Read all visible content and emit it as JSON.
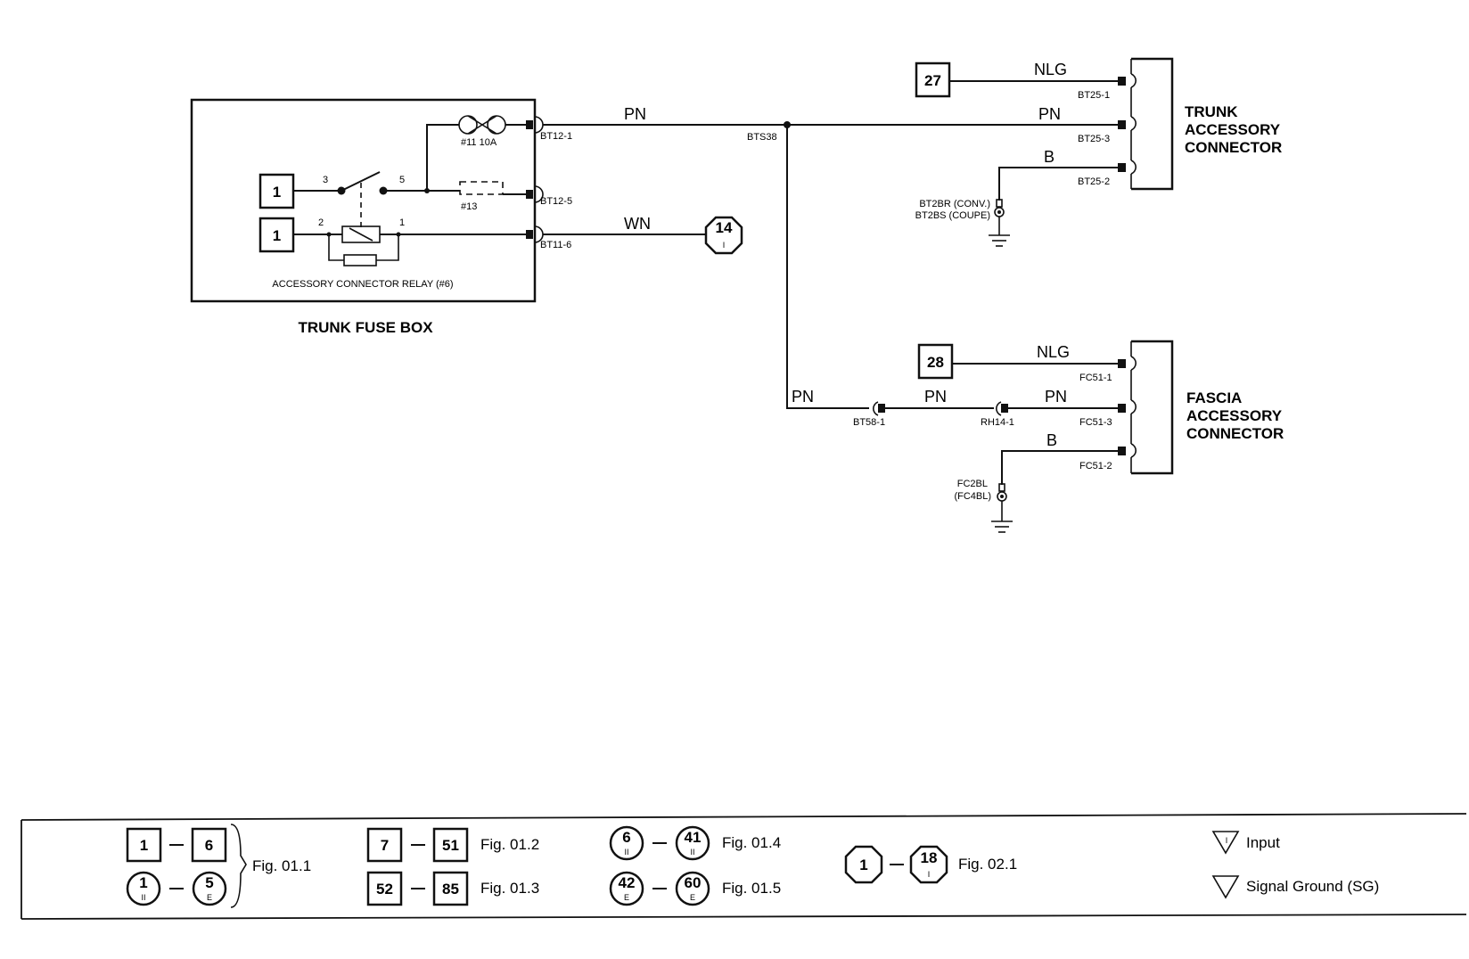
{
  "fuse_box": {
    "title": "TRUNK FUSE BOX",
    "relay_label": "ACCESSORY CONNECTOR RELAY (#6)",
    "fuse11_label": "#11 10A",
    "fuse13_label": "#13",
    "ref_upper": "1",
    "ref_lower": "1",
    "switch_pin_in": "3",
    "switch_pin_out": "5",
    "coil_pin_in": "2",
    "coil_pin_out": "1"
  },
  "pins": {
    "bt12_1": "BT12-1",
    "bt12_5": "BT12-5",
    "bt11_6": "BT11-6",
    "bts38": "BTS38",
    "bt25_1": "BT25-1",
    "bt25_3": "BT25-3",
    "bt25_2": "BT25-2",
    "bt58_1": "BT58-1",
    "rh14_1": "RH14-1",
    "fc51_1": "FC51-1",
    "fc51_3": "FC51-3",
    "fc51_2": "FC51-2"
  },
  "wires": {
    "pn_main": "PN",
    "wn": "WN",
    "nlg_trunk": "NLG",
    "pn_trunk": "PN",
    "b_trunk": "B",
    "pn_down": "PN",
    "pn_mid": "PN",
    "nlg_fascia": "NLG",
    "pn_fascia": "PN",
    "b_fascia": "B"
  },
  "refs": {
    "ref27": "27",
    "ref28": "28",
    "ref14": "14",
    "ref14_sub": "I"
  },
  "grounds": {
    "trunk_line1": "BT2BR (CONV.)",
    "trunk_line2": "BT2BS (COUPE)",
    "fascia_line1": "FC2BL",
    "fascia_line2": "(FC4BL)"
  },
  "connectors": {
    "trunk_l1": "TRUNK",
    "trunk_l2": "ACCESSORY",
    "trunk_l3": "CONNECTOR",
    "fascia_l1": "FASCIA",
    "fascia_l2": "ACCESSORY",
    "fascia_l3": "CONNECTOR"
  },
  "legend": {
    "g1_a1": "1",
    "g1_a2": "6",
    "g1_b1": "1",
    "g1_b1_sub": "II",
    "g1_b2": "5",
    "g1_b2_sub": "E",
    "g1_fig": "Fig. 01.1",
    "g2_a1": "7",
    "g2_a2": "51",
    "g2_a_fig": "Fig. 01.2",
    "g2_b1": "52",
    "g2_b2": "85",
    "g2_b_fig": "Fig. 01.3",
    "g3_a1": "6",
    "g3_a1_sub": "II",
    "g3_a2": "41",
    "g3_a2_sub": "II",
    "g3_a_fig": "Fig. 01.4",
    "g3_b1": "42",
    "g3_b1_sub": "E",
    "g3_b2": "60",
    "g3_b2_sub": "E",
    "g3_b_fig": "Fig. 01.5",
    "g4_1": "1",
    "g4_2": "18",
    "g4_2_sub": "I",
    "g4_fig": "Fig. 02.1",
    "input_symbol": "I",
    "input_label": "Input",
    "ground_label": "Signal Ground (SG)"
  }
}
